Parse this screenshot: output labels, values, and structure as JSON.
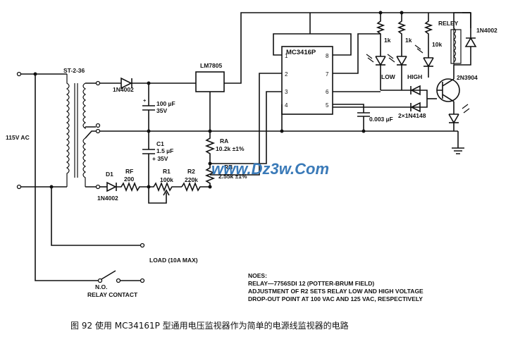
{
  "labels": {
    "input": "115V AC",
    "transformer": "ST-2-36",
    "d_top": "1N4002",
    "c1": "100 µF",
    "c1v": "35V",
    "regulator": "LM7805",
    "ic_name": "MC3416P",
    "pin1": "1",
    "pin2": "2",
    "pin3": "3",
    "pin4": "4",
    "pin5": "5",
    "pin6": "6",
    "pin7": "7",
    "pin8": "8",
    "r_1k_a": "1k",
    "r_1k_b": "1k",
    "r_10k": "10k",
    "relay": "RELEY",
    "d_relay": "1N4002",
    "led_low": "LOW",
    "led_high": "HIGH",
    "transistor": "2N3904",
    "diodes": "2×1N4148",
    "c_timing": "0.003 µF",
    "c2": "C1",
    "c2v": "1.5 µF",
    "c2vv": "+ 35V",
    "ra": "RA",
    "ra_val": "10.2k ±1%",
    "rb": "RB",
    "rb_val": "2.55k ±1%",
    "d1": "D1",
    "r_f": "RF",
    "r_f_val": "200",
    "r1": "R1",
    "r1_val": "100k",
    "r2": "R2",
    "r2_val": "220k",
    "d_bot": "1N4002",
    "load": "LOAD (10A MAX)",
    "no": "N.O.",
    "relay_contact": "RELAY CONTACT"
  },
  "notes": {
    "title": "NOES:",
    "line1": "RELAY—7756SDI 12 (POTTER-BRUM FIELD)",
    "line2": "ADJUSTMENT OF R2 SETS RELAY LOW AND HIGH VOLTAGE",
    "line3": "DROP-OUT POINT AT 100 VAC AND 125 VAC, RESPECTIVELY"
  },
  "watermark": "www.Dz3w.Com",
  "caption": "图 92   使用 MC34161P 型通用电压监视器作为简单的电源线监视器的电路"
}
